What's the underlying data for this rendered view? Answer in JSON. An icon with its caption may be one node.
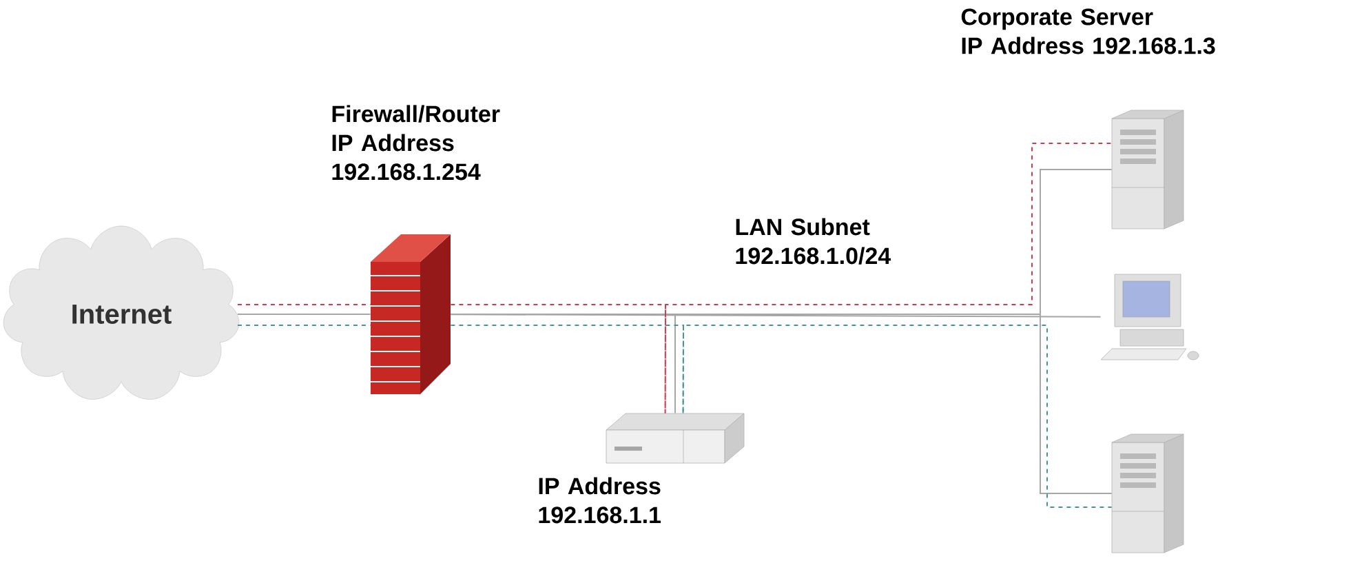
{
  "diagram": {
    "nodes": [
      {
        "text": [
          "Internet"
        ]
      },
      {
        "text": [],
        "shape": "wall",
        "beside": [
          "Firewall/Router",
          "IP Address 192.168.1.254"
        ]
      },
      {
        "text": [],
        "shape": "box",
        "beside": [
          "IP Address 192.168.1.1"
        ]
      },
      {
        "text": [],
        "shape": "server",
        "beside": [
          "Corporate Server",
          "IP Address 192.168.1.3"
        ]
      },
      {
        "text": [],
        "shape": "computer"
      },
      {
        "text": [],
        "shape": "server"
      }
    ],
    "edges": [
      {
        "from": 0,
        "to": 1,
        "arrow": "none"
      },
      {
        "from": 1,
        "to": 2,
        "arrow": "none"
      },
      {
        "from": 1,
        "to": 3,
        "arrow": "none"
      },
      {
        "from": 1,
        "to": 4,
        "arrow": "none"
      },
      {
        "from": 1,
        "to": 5,
        "arrow": "none"
      },
      {
        "from": 0,
        "to": 1,
        "arrow": "none",
        "style": "dashed",
        "color": "#cd3c50"
      },
      {
        "from": 1,
        "to": 2,
        "arrow": "none",
        "style": "dashed",
        "color": "#cd3c50"
      },
      {
        "from": 2,
        "to": 3,
        "arrow": "none",
        "style": "dashed",
        "color": "#cd3c50"
      },
      {
        "from": 0,
        "to": 1,
        "arrow": "none",
        "style": "dashed",
        "color": "#469696"
      },
      {
        "from": 1,
        "to": 2,
        "arrow": "none",
        "style": "dashed",
        "color": "#469696"
      },
      {
        "from": 2,
        "to": 5,
        "arrow": "none",
        "style": "dashed",
        "color": "#469696"
      }
    ],
    "labels": [
      "LAN Subnet 192.168.1.0/24"
    ]
  }
}
